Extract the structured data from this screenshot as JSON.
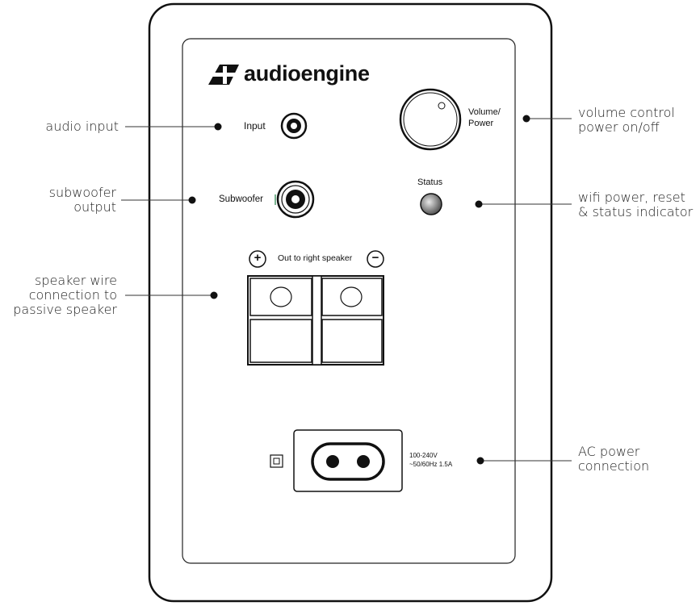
{
  "brand": {
    "name": "audioengine"
  },
  "panel_labels": {
    "input": "Input",
    "subwoofer": "Subwoofer",
    "volume_line1": "Volume/",
    "volume_line2": "Power",
    "status": "Status",
    "out_to_right": "Out to right speaker",
    "plus": "+",
    "minus": "−",
    "power_spec_line1": "100-240V",
    "power_spec_line2": "~50/60Hz 1.5A"
  },
  "callouts": {
    "audio_input": "audio input",
    "subwoofer_output": "subwoofer\noutput",
    "speaker_wire": "speaker wire\nconnection to\npassive speaker",
    "volume_control": "volume control\npower on/off",
    "wifi_power": "wifi power, reset\n& status indicator",
    "ac_power": "AC power\nconnection"
  },
  "icons": [
    "audioengine-logo-icon",
    "rca-jack-icon",
    "volume-knob-icon",
    "status-button-icon",
    "binding-post-icon",
    "iec-c8-socket-icon",
    "double-insulation-icon"
  ]
}
